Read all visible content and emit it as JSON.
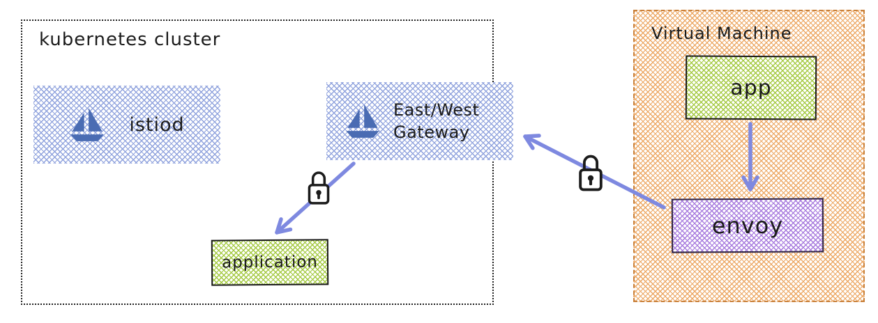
{
  "cluster": {
    "title": "kubernetes cluster",
    "istiod": {
      "label": "istiod",
      "icon": "sailboat-icon"
    },
    "gateway": {
      "line1": "East/West",
      "line2": "Gateway",
      "icon": "sailboat-icon"
    },
    "application": {
      "label": "application"
    }
  },
  "vm": {
    "title": "Virtual Machine",
    "app": {
      "label": "app"
    },
    "envoy": {
      "label": "envoy"
    }
  },
  "connections": [
    {
      "from": "East/West Gateway",
      "to": "application",
      "secured": true,
      "icon": "lock-icon"
    },
    {
      "from": "envoy",
      "to": "East/West Gateway",
      "secured": true,
      "icon": "lock-icon"
    },
    {
      "from": "app",
      "to": "envoy",
      "secured": false
    }
  ],
  "colors": {
    "arrow_blue": "#7e89e0",
    "istio_blue": "#4a6cb3",
    "hatch_blue": "#8fa2dd",
    "hatch_green": "#a3c93f",
    "hatch_orange": "#eca763",
    "hatch_purple": "#a678dd",
    "vm_border": "#c9813b",
    "ink": "#1b1b1b"
  }
}
